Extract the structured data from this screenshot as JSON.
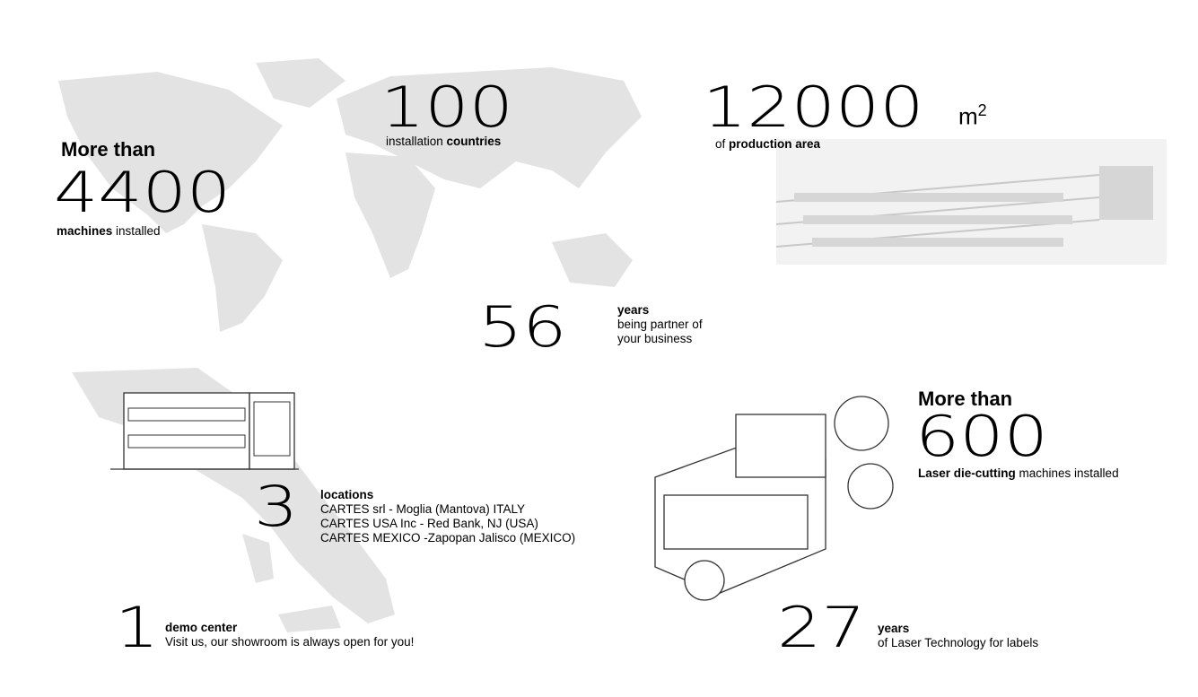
{
  "stats": {
    "machines": {
      "prefix": "More than",
      "number": "4400",
      "bold": "machines",
      "rest": " installed"
    },
    "countries": {
      "number": "100",
      "rest": "installation ",
      "bold": "countries"
    },
    "area": {
      "number": "12000",
      "unit": "m",
      "sup": "2",
      "rest": "of ",
      "bold": "production area"
    },
    "years_partner": {
      "number": "56",
      "bold": "years",
      "line1": "being partner of",
      "line2": "your business"
    },
    "locations": {
      "number": "3",
      "bold": "locations",
      "items": [
        "CARTES srl - Moglia (Mantova) ITALY",
        "CARTES USA Inc - Red Bank, NJ (USA)",
        "CARTES MEXICO -Zapopan Jalisco (MEXICO)"
      ]
    },
    "laser": {
      "prefix": "More than",
      "number": "600",
      "bold": "Laser die-cutting",
      "rest": " machines installed"
    },
    "demo": {
      "number": "1",
      "bold": "demo center",
      "line": "Visit us, our showroom is always open for you!"
    },
    "years_laser": {
      "number": "27",
      "bold": "years",
      "line": "of Laser Technology for labels"
    }
  },
  "colors": {
    "map": "#e3e3e3",
    "text": "#000000"
  }
}
